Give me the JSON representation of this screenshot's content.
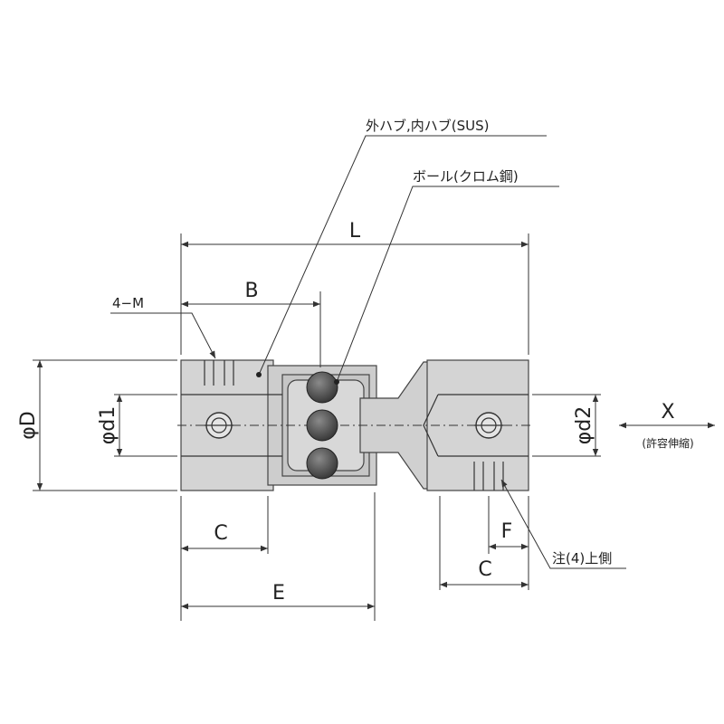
{
  "labels": {
    "outer_hub": "外ハブ,内ハブ(SUS)",
    "ball": "ボール(クロム鋼)",
    "L": "L",
    "B": "B",
    "four_m": "4−M",
    "phi_D": "φD",
    "phi_d1": "φd1",
    "phi_d2": "φd2",
    "X": "X",
    "x_note": "(許容伸縮)",
    "C_left": "C",
    "E": "E",
    "F": "F",
    "C_right": "C",
    "note": "注(4)上側"
  },
  "colors": {
    "body_fill": "#d4d4d4",
    "ball_fill": "#4a4a4a",
    "line": "#333333"
  }
}
